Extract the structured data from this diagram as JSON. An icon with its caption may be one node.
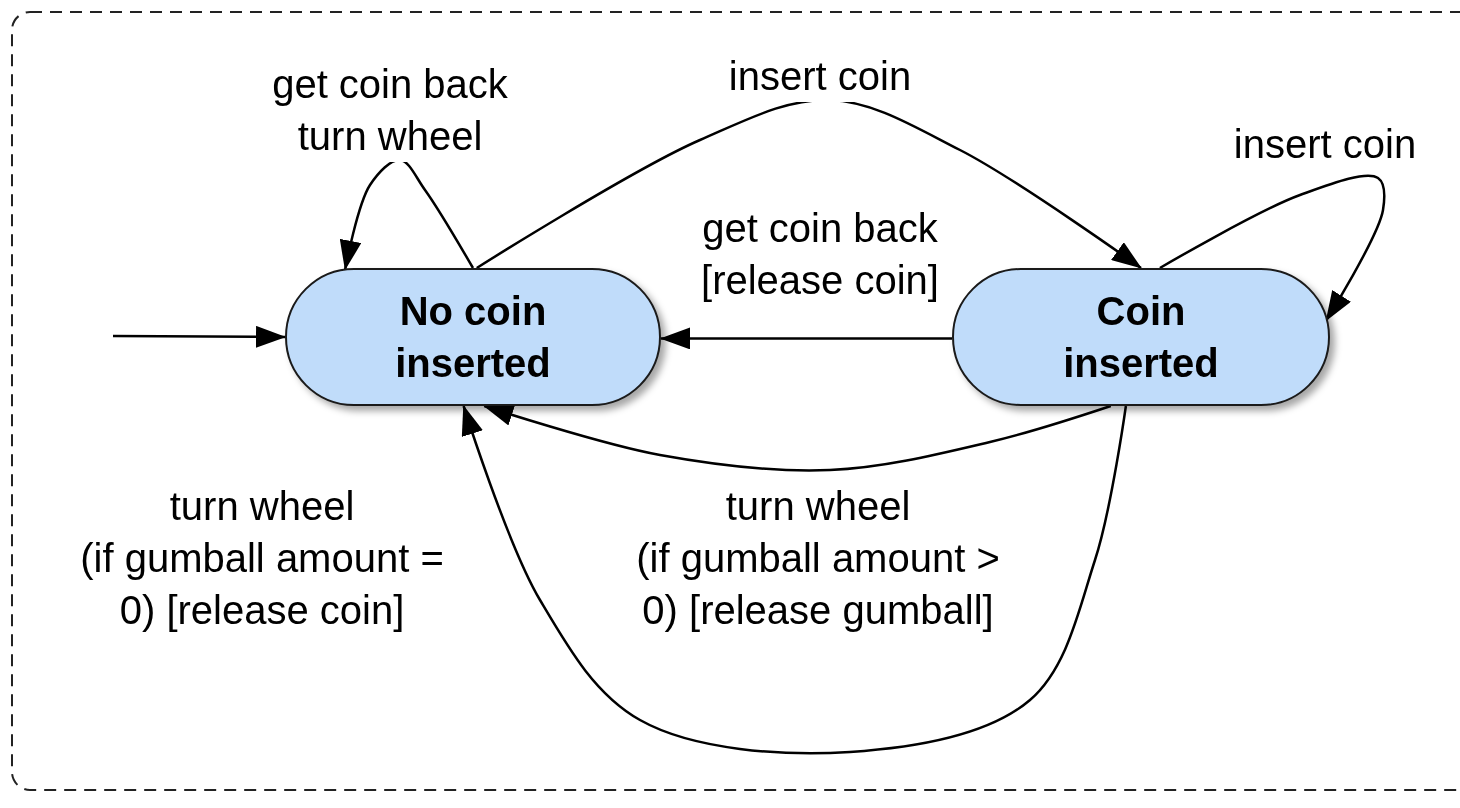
{
  "diagram": {
    "nodes": [
      {
        "text": [
          "No coin inserted"
        ]
      },
      {
        "text": [
          "Coin inserted"
        ]
      }
    ],
    "edges": [
      {
        "from": null,
        "to": 0,
        "arrow": "to"
      },
      {
        "from": 0,
        "to": 0,
        "arrow": "to",
        "label": "get coin back turn wheel"
      },
      {
        "from": 0,
        "to": 1,
        "arrow": "to",
        "label": "insert coin"
      },
      {
        "from": 1,
        "to": 1,
        "arrow": "to",
        "label": "insert coin"
      },
      {
        "from": 1,
        "to": 0,
        "arrow": "to",
        "label": "get coin back [release coin]"
      },
      {
        "from": 1,
        "to": 0,
        "arrow": "to",
        "label": "turn wheel (if gumball amount > 0) [release gumball]"
      },
      {
        "from": 1,
        "to": 0,
        "arrow": "to",
        "label": "turn wheel (if gumball amount = 0) [release coin]"
      }
    ]
  }
}
